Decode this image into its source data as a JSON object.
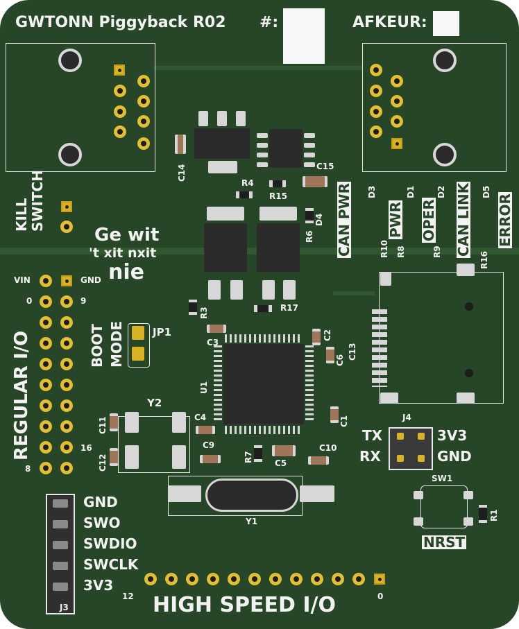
{
  "board": {
    "title": "GWTONN Piggyback R02",
    "serial_label": "#:",
    "reject_label": "AFKEUR:",
    "kill_switch": "KILL\nSWITCH",
    "logo_line1": "Ge wit",
    "logo_line2": "'t xit nxit",
    "logo_line3": "nie",
    "regular_io": "REGULAR I/O",
    "boot_mode_line1": "BOOT",
    "boot_mode_line2": "MODE",
    "high_speed_io": "HIGH SPEED I/O",
    "nrst": "NRST"
  },
  "io_labels": {
    "vin": "VIN",
    "gnd": "GND",
    "zero": "0",
    "nine": "9",
    "sixteen": "16",
    "eight": "8",
    "hs_twelve": "12",
    "hs_zero": "0"
  },
  "swd_labels": [
    "GND",
    "SWO",
    "SWDIO",
    "SWCLK",
    "3V3"
  ],
  "uart_labels": {
    "tx": "TX",
    "rx": "RX",
    "v33": "3V3",
    "gnd": "GND"
  },
  "leds": {
    "can_pwr": "CAN PWR",
    "pwr": "PWR",
    "oper": "OPER",
    "can_link": "CAN LINK",
    "error": "ERROR"
  },
  "refdes": {
    "c14": "C14",
    "c15": "C15",
    "r4": "R4",
    "r15": "R15",
    "d4": "D4",
    "r6": "R6",
    "d3": "D3",
    "d1": "D1",
    "d2": "D2",
    "d5": "D5",
    "r10": "R10",
    "r8": "R8",
    "r9": "R9",
    "r16": "R16",
    "r3": "R3",
    "r17": "R17",
    "jp1": "JP1",
    "c3": "C3",
    "c2": "C2",
    "c6": "C6",
    "c13": "C13",
    "u1": "U1",
    "y2": "Y2",
    "c11": "C11",
    "c4": "C4",
    "c12": "C12",
    "c9": "C9",
    "r7": "R7",
    "c5": "C5",
    "c10": "C10",
    "c1": "C1",
    "j4": "J4",
    "sw1": "SW1",
    "r1": "R1",
    "y1": "Y1",
    "j3": "J3"
  }
}
